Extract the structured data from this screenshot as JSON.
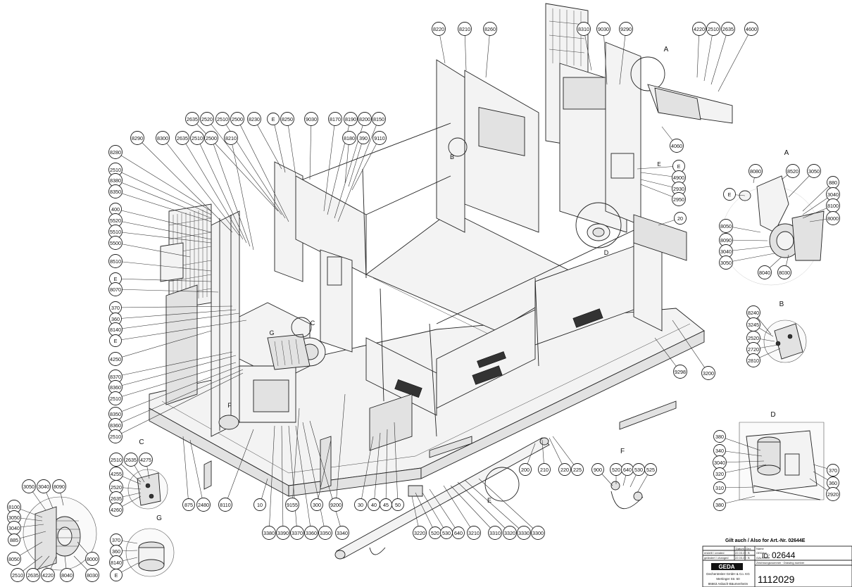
{
  "drawing": {
    "detail_letters": [
      "A",
      "A",
      "B",
      "B",
      "C",
      "C",
      "D",
      "D",
      "E",
      "E",
      "E",
      "E",
      "E",
      "F",
      "F",
      "G",
      "G"
    ],
    "also_for": "Gilt auch / Also for Art.-Nr. 02644E",
    "id_prefix": "ID:",
    "id_number": "02644",
    "drawing_number_label": "Zeichnungsnummer · Drawing number",
    "drawing_number": "1112029",
    "company_logo": "GEDA",
    "company_name": "Dechentreiter GmbH & Co. KG",
    "company_street": "Mertinger Str. 60",
    "company_city": "86663 Asbach-Bäumenheim",
    "title_block": {
      "rows": [
        {
          "label": "erstellt / created",
          "date": "22.03.20",
          "by": "B",
          "name": "GEDApr..."
        },
        {
          "label": "geändert / changed",
          "date": "22.03.20",
          "by": "B",
          "name": "GALSTER"
        }
      ],
      "headers": [
        "Datum",
        "Gez.",
        "Name"
      ]
    }
  },
  "callouts": [
    "8220",
    "8210",
    "8260",
    "8310",
    "9030",
    "9290",
    "4220",
    "2510",
    "2635",
    "4600",
    "2635",
    "2520",
    "2510",
    "2500",
    "8230",
    "E",
    "8250",
    "9030",
    "8170",
    "8190",
    "8200",
    "8150",
    "8290",
    "8300",
    "2635",
    "2510",
    "2500",
    "8210",
    "8180",
    "390",
    "9110",
    "8280",
    "2510",
    "8380",
    "8350",
    "400",
    "5520",
    "5510",
    "5500",
    "8510",
    "E",
    "8070",
    "370",
    "360",
    "8140",
    "E",
    "4250",
    "8370",
    "8360",
    "2510",
    "8350",
    "8360",
    "2510",
    "4060",
    "E",
    "4900",
    "2930",
    "2950",
    "20",
    "9298",
    "3200",
    "8080",
    "8520",
    "3050",
    "880",
    "3040",
    "8100",
    "8000",
    "8050",
    "8090",
    "3040",
    "3050",
    "8040",
    "8030",
    "E",
    "8240",
    "3245",
    "2520",
    "2720",
    "2810",
    "380",
    "340",
    "3040",
    "320",
    "310",
    "380",
    "370",
    "360",
    "2920",
    "900",
    "520",
    "640",
    "530",
    "525",
    "875",
    "2480",
    "10",
    "8110",
    "9155",
    "300",
    "9200",
    "30",
    "40",
    "45",
    "50",
    "200",
    "210",
    "220",
    "225",
    "3380",
    "3390",
    "3370",
    "3360",
    "3350",
    "3340",
    "3220",
    "520",
    "530",
    "640",
    "3210",
    "3310",
    "3320",
    "3330",
    "3300",
    "2510",
    "2635",
    "4275",
    "4255",
    "2520",
    "2635",
    "4260",
    "3050",
    "3040",
    "8090",
    "8100",
    "3050",
    "3040",
    "885",
    "8050",
    "8000",
    "2510",
    "2635",
    "4220",
    "8040",
    "8030",
    "370",
    "360",
    "8140",
    "E"
  ]
}
